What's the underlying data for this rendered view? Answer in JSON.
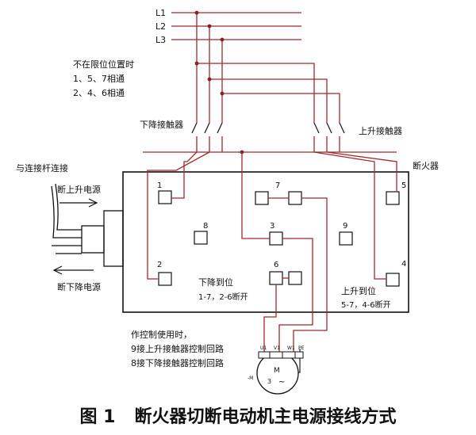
{
  "lines": {
    "l1": "L1",
    "l2": "L2",
    "l3": "L3"
  },
  "notes": {
    "left_title": "不在限位位置时",
    "left_line1": "1、5、7相通",
    "left_line2": "2、4、6相通",
    "contactor_down": "下降接触器",
    "contactor_up": "上升接触器",
    "breaker": "断火器",
    "link_rod": "与连接杆连接",
    "cut_up": "断上升电源",
    "cut_down": "断下降电源",
    "down_limit": "下降到位",
    "down_limit_detail": "1-7，2-6断开",
    "up_limit": "上升到位",
    "up_limit_detail": "5-7，4-6断开",
    "control_title": "作控制使用时，",
    "control_line1": "9接上升接触器控制回路",
    "control_line2": "8接下降接触器控制回路"
  },
  "terminals": {
    "t1": "1",
    "t2": "2",
    "t3": "3",
    "t4": "4",
    "t5": "5",
    "t6": "6",
    "t7": "7",
    "t8": "8",
    "t9": "9"
  },
  "motor": {
    "u1": "U1",
    "v1": "V1",
    "w1": "W1",
    "pe": "PE",
    "m": "M",
    "three": "3",
    "tilde": "~",
    "side": "-M"
  },
  "colors": {
    "wire_red": "#a0282c",
    "wire_black": "#222222",
    "background": "#ffffff"
  },
  "caption": {
    "number": "图 1",
    "title": "断火器切断电动机主电源接线方式"
  }
}
